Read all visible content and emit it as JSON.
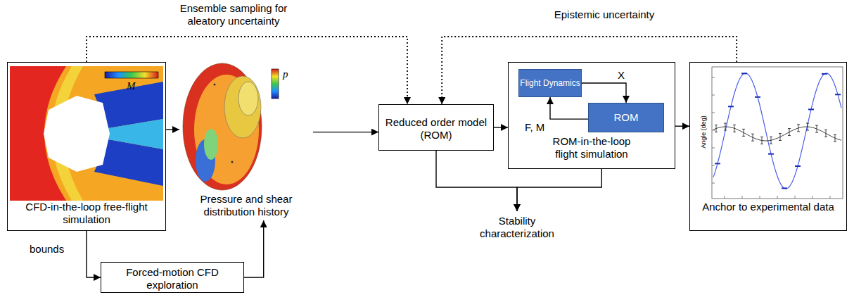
{
  "diagram": {
    "nodes": [
      {
        "text": [
          "CFD-in-the-loop free-flight simulation"
        ]
      },
      {
        "text": [
          "Pressure and shear distribution history"
        ]
      },
      {
        "text": [
          "Forced-motion CFD exploration"
        ]
      },
      {
        "text": [
          "Reduced order model (ROM)"
        ]
      },
      {
        "text": [
          "ROM-in-the-loop flight simulation"
        ]
      },
      {
        "text": [
          "Flight Dynamics"
        ],
        "in": 4
      },
      {
        "text": [
          "ROM"
        ],
        "in": 4
      },
      {
        "text": [
          "Anchor to experimental data"
        ]
      },
      {
        "text": [
          "Stability characterization"
        ]
      }
    ],
    "edges": [
      {
        "from": 0,
        "to": 1,
        "arrow": "to"
      },
      {
        "from": 0,
        "to": 2,
        "label": "bounds",
        "arrow": "to"
      },
      {
        "from": 2,
        "to": 1,
        "arrow": "to"
      },
      {
        "from": 1,
        "to": 3,
        "arrow": "to"
      },
      {
        "from": 0,
        "to": 3,
        "label": "Ensemble sampling for aleatory uncertainty",
        "arrow": "to"
      },
      {
        "from": 3,
        "to": 4,
        "arrow": "to"
      },
      {
        "from": 4,
        "to": 7,
        "arrow": "to"
      },
      {
        "from": 7,
        "to": 3,
        "label": "Epistemic uncertainty",
        "arrow": "to"
      },
      {
        "from": 3,
        "to": 8,
        "arrow": "to"
      },
      {
        "from": 4,
        "to": 8,
        "arrow": "to"
      },
      {
        "from": 5,
        "to": 6,
        "label": "X",
        "arrow": "to"
      },
      {
        "from": 6,
        "to": 5,
        "label": "F, M",
        "arrow": "to"
      }
    ],
    "labels": [
      "M",
      "p",
      "Angle (deg)"
    ]
  }
}
